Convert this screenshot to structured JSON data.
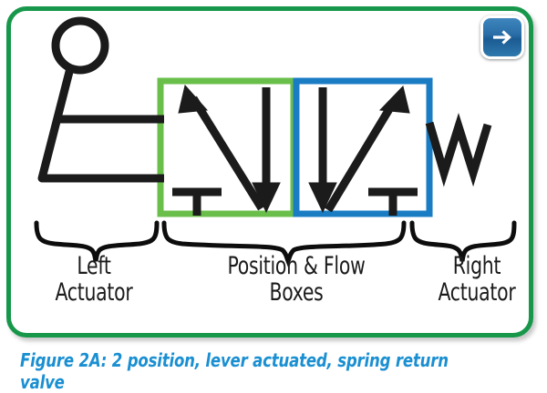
{
  "card": {
    "border_color": "#16974a",
    "background": "#ffffff"
  },
  "next_button": {
    "name": "next-arrow-button",
    "icon": "arrow-right-icon",
    "fill": "#2a6ea8",
    "arrow_color": "#ffffff"
  },
  "diagram": {
    "title": "2 position lever actuated spring return valve schematic",
    "left_actuator": {
      "icon": "lever-actuator-icon",
      "color": "#1b1b1b"
    },
    "position_boxes": [
      {
        "name": "left-position-box",
        "border_color": "#6abf4b",
        "symbols": [
          "arrow-up-left-icon",
          "tee-blocked-port-icon",
          "arrow-down-icon"
        ]
      },
      {
        "name": "right-position-box",
        "border_color": "#1a7dc4",
        "symbols": [
          "arrow-down-icon",
          "arrow-up-right-icon",
          "tee-blocked-port-icon"
        ]
      }
    ],
    "right_actuator": {
      "icon": "spring-return-icon",
      "color": "#1b1b1b"
    },
    "ports": {
      "line_color": "#1b1b1b",
      "count": 2
    }
  },
  "labels": {
    "left": "Left\nActuator",
    "left_line1": "Left",
    "left_line2": "Actuator",
    "middle": "Position & Flow\nBoxes",
    "middle_line1": "Position & Flow",
    "middle_line2": "Boxes",
    "right": "Right\nActuator",
    "right_line1": "Right",
    "right_line2": "Actuator"
  },
  "caption": {
    "text": "Figure 2A: 2 position, lever actuated, spring return valve",
    "color": "#1a8fd1"
  },
  "colors": {
    "green_border": "#16974a",
    "green_box": "#6abf4b",
    "blue_box": "#1a7dc4",
    "ink": "#1b1b1b",
    "caption_blue": "#1a8fd1",
    "button_blue": "#2a6ea8"
  }
}
